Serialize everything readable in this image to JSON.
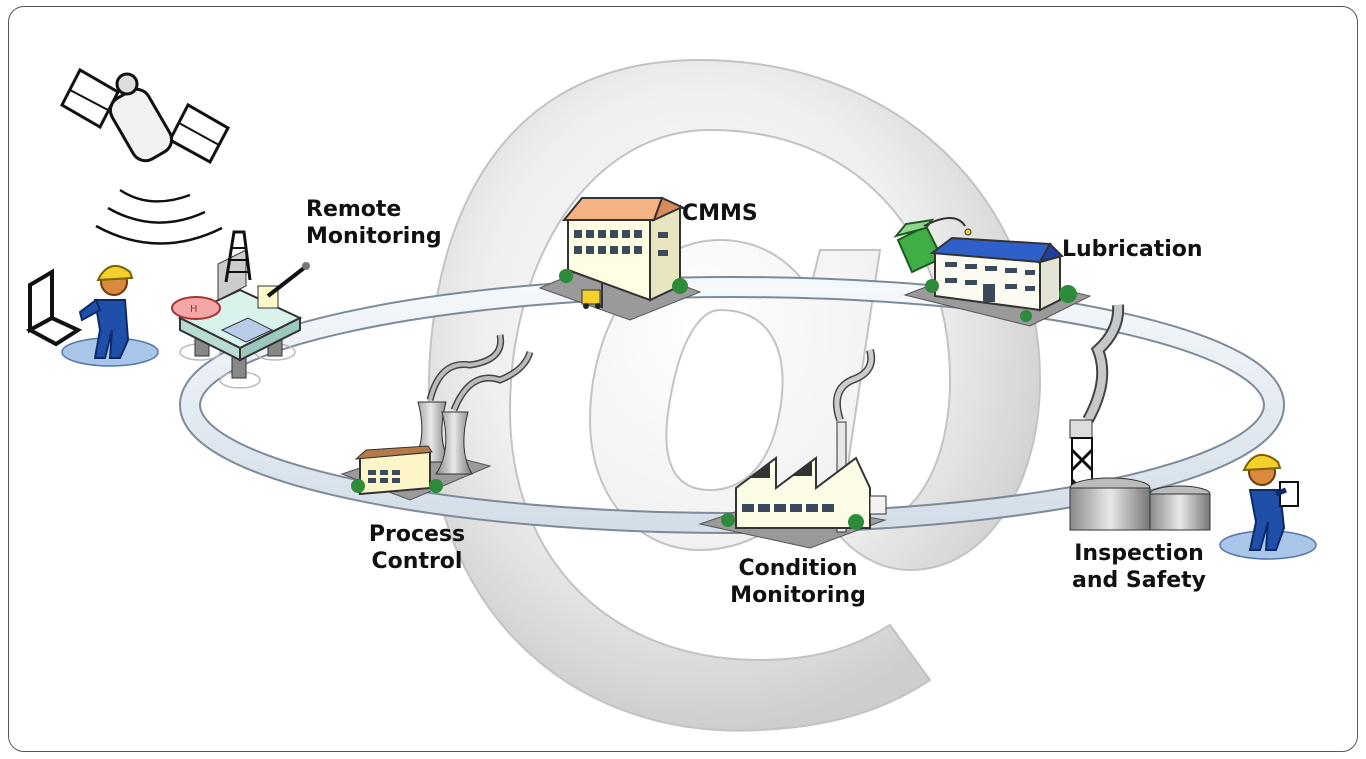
{
  "labels": {
    "remote_monitoring": [
      "Remote",
      "Monitoring"
    ],
    "cmms": [
      "CMMS"
    ],
    "lubrication": [
      "Lubrication"
    ],
    "process_control": [
      "Process",
      "Control"
    ],
    "condition_monitoring": [
      "Condition",
      "Monitoring"
    ],
    "inspection_safety": [
      "Inspection",
      "and Safety"
    ]
  },
  "icons": [
    "satellite-icon",
    "laptop-icon",
    "worker-icon",
    "oil-rig-icon",
    "office-building-icon",
    "forklift-icon",
    "oil-can-icon",
    "lubrication-building-icon",
    "power-plant-icon",
    "factory-icon",
    "refinery-icon",
    "inspector-icon",
    "at-sign-icon",
    "network-ring"
  ],
  "colors": {
    "ring": "#e3ebf3",
    "ring_outline": "#7d8a99",
    "worker_suit": "#1f4fa8",
    "helmet": "#f4d02a",
    "office_roof": "#f5b383",
    "lubrication_roof": "#2f5fc8",
    "oil_can": "#3fae45",
    "at_sign": "#d8d8d8"
  }
}
